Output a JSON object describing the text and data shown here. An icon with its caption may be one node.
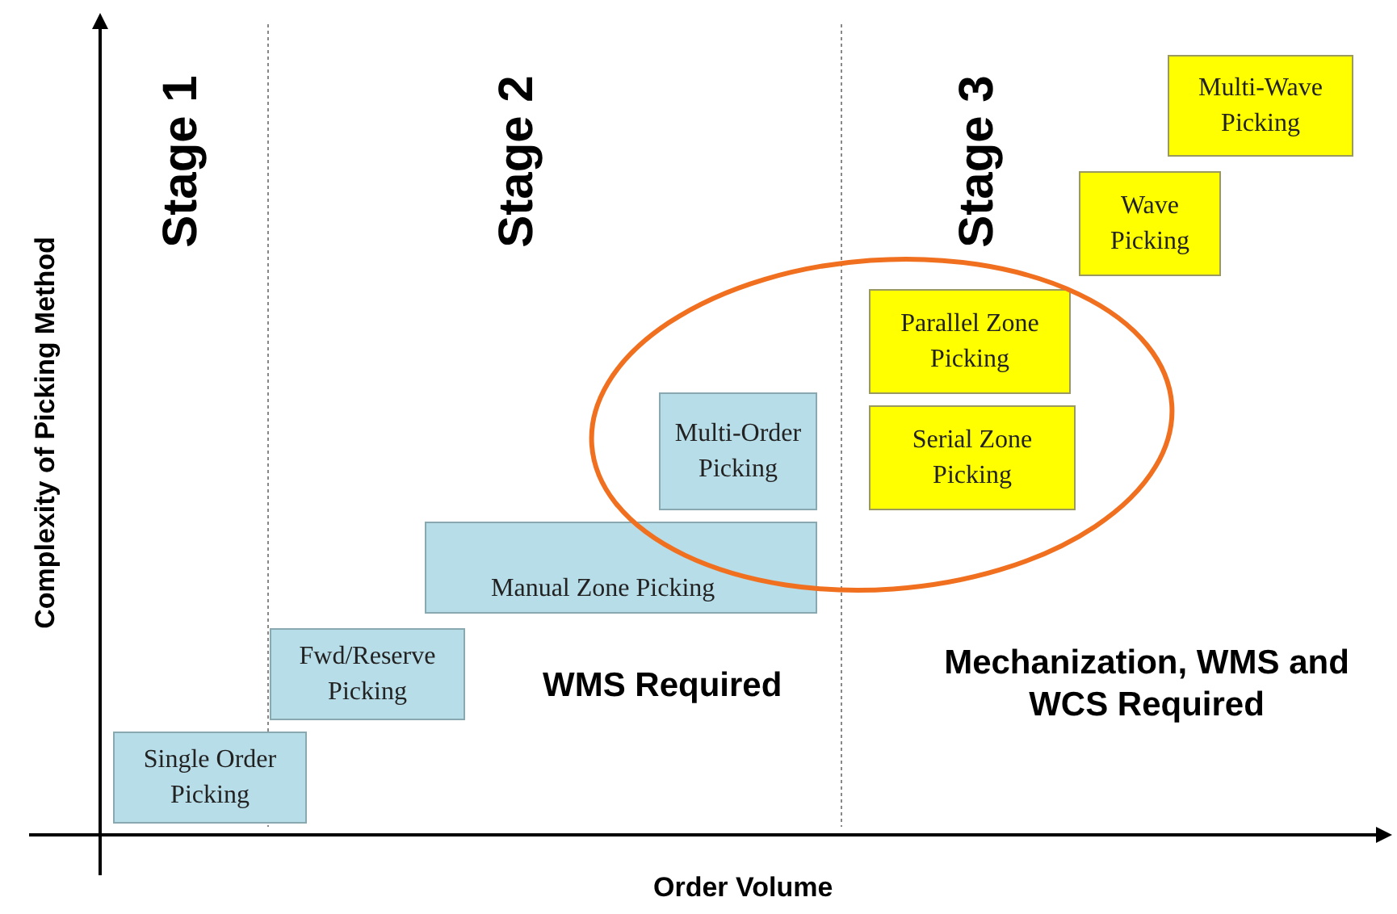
{
  "diagram": {
    "nodes": [
      {
        "text": [
          "Single Order Picking"
        ]
      },
      {
        "text": [
          "Fwd/Reserve Picking"
        ]
      },
      {
        "text": [
          "Manual Zone Picking"
        ]
      },
      {
        "text": [
          "Multi-Order Picking"
        ]
      },
      {
        "text": [
          "Serial Zone Picking"
        ]
      },
      {
        "text": [
          "Parallel Zone Picking"
        ]
      },
      {
        "text": [
          "Wave Picking"
        ]
      },
      {
        "text": [
          "Multi-Wave Picking"
        ]
      }
    ],
    "edges": [],
    "labels": [
      "Stage 1",
      "Stage 2",
      "Stage 3",
      "Complexity of Picking Method",
      "WMS Required",
      "Mechanization, WMS and WCS Required",
      "Order Volume"
    ]
  }
}
